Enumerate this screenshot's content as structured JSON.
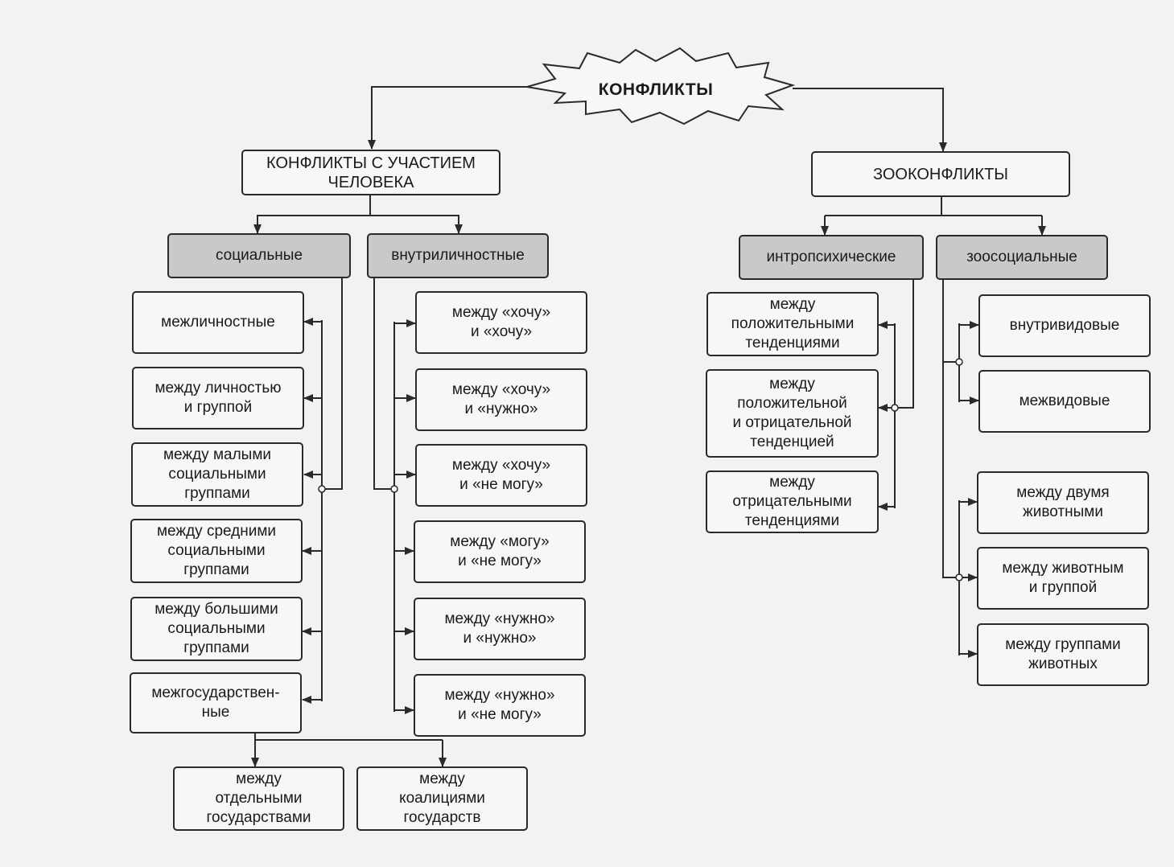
{
  "root": "КОНФЛИКТЫ",
  "human": {
    "title": "КОНФЛИКТЫ С УЧАСТИЕМ\nЧЕЛОВЕКА",
    "social": {
      "label": "социальные",
      "items": [
        "межличностные",
        "между личностью\nи группой",
        "между малыми\nсоциальными\nгруппами",
        "между средними\nсоциальными\nгруппами",
        "между большими\nсоциальными\nгруппами",
        "межгосударствен-\nные"
      ],
      "interstate": [
        "между\nотдельными\nгосударствами",
        "между\nкоалициями\nгосударств"
      ]
    },
    "intrapersonal": {
      "label": "внутриличностные",
      "items": [
        "между «хочу»\nи «хочу»",
        "между «хочу»\nи «нужно»",
        "между «хочу»\nи «не могу»",
        "между «могу»\nи «не могу»",
        "между «нужно»\nи «нужно»",
        "между «нужно»\nи «не могу»"
      ]
    }
  },
  "zoo": {
    "title": "ЗООКОНФЛИКТЫ",
    "intrapsychic": {
      "label": "интропсихические",
      "items": [
        "между\nположительными\nтенденциями",
        "между\nположительной\nи отрицательной\nтенденцией",
        "между\nотрицательными\nтенденциями"
      ]
    },
    "zoosocial": {
      "label": "зоосоциальные",
      "items_a": [
        "внутривидовые",
        "межвидовые"
      ],
      "items_b": [
        "между двумя\nживотными",
        "между животным\nи группой",
        "между группами\nживотных"
      ]
    }
  }
}
